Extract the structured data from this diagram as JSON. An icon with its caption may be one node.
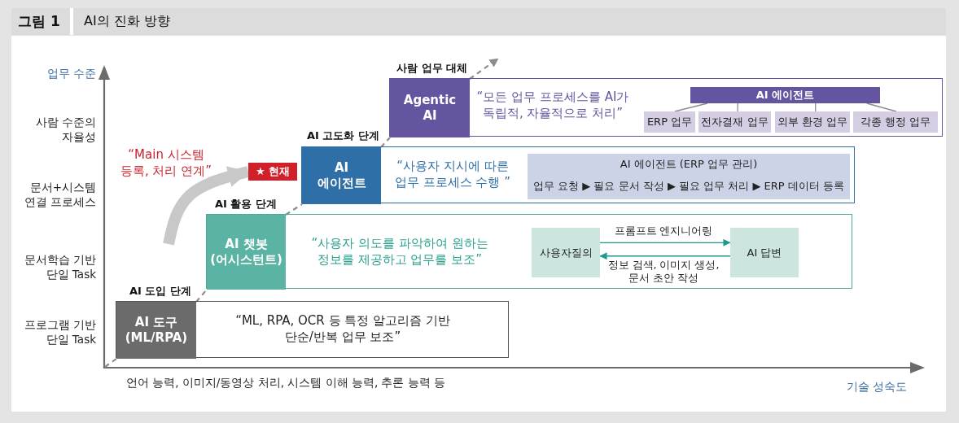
{
  "diagram": {
    "title": "AI의 진화 방향",
    "nodes": [
      {
        "text": [
          "사람 업무 대체",
          "“모든 업무 프로세스를 AI가 독립적, 자율적으로 처리”"
        ]
      },
      {
        "text": [
          "Agentic AI"
        ],
        "in": 0
      },
      {
        "text": [
          "AI 에이전트"
        ],
        "in": 0
      },
      {
        "text": [
          "ERP 업무"
        ],
        "in": 0
      },
      {
        "text": [
          "전자결재 업무"
        ],
        "in": 0
      },
      {
        "text": [
          "외부 환경 업무"
        ],
        "in": 0
      },
      {
        "text": [
          "각종 행정 업무"
        ],
        "in": 0
      },
      {
        "text": [
          "AI 고도화 단계",
          "“사용자 지시에 따른 업무 프로세스 수행 ”"
        ]
      },
      {
        "text": [
          "AI 에이전트"
        ],
        "in": 7
      },
      {
        "text": [
          "AI 에이전트 (ERP 업무 관리)",
          "업무 요청 ▶ 필요 문서 작성 ▶ 필요 업무 처리 ▶ ERP 데이터 등록"
        ],
        "in": 7
      },
      {
        "text": [
          "★ 현재"
        ]
      },
      {
        "text": [
          "AI 활용 단계",
          "“사용자 의도를 파악하여 원하는 정보를 제공하고 업무를 보조”"
        ]
      },
      {
        "text": [
          "AI 챗봇 (어시스턴트)"
        ],
        "in": 11
      },
      {
        "text": [
          "사용자질의"
        ],
        "in": 11
      },
      {
        "text": [
          "AI 답변"
        ],
        "in": 11
      },
      {
        "text": [
          "AI 도입 단계",
          "“ML, RPA, OCR 등 특정 알고리즘 기반 단순/반복 업무 보조”"
        ]
      },
      {
        "text": [
          "AI 도구 (ML/RPA)"
        ],
        "in": 15
      }
    ],
    "edges": [
      {
        "from": 2,
        "to": 3,
        "arrow": "none"
      },
      {
        "from": 2,
        "to": 4,
        "arrow": "none"
      },
      {
        "from": 2,
        "to": 5,
        "arrow": "none"
      },
      {
        "from": 2,
        "to": 6,
        "arrow": "none"
      },
      {
        "from": 13,
        "to": 14,
        "arrow": "to",
        "label": "프롬프트 엔지니어링",
        "color": "#1f9a88"
      },
      {
        "from": 14,
        "to": 13,
        "arrow": "to",
        "label": "정보 검색, 이미지 생성, 문서 초안 작성",
        "color": "#1f9a88"
      },
      {
        "from": null,
        "to": 16,
        "arrow": "none",
        "style": "dashed"
      },
      {
        "from": 16,
        "to": 12,
        "arrow": "none",
        "style": "dashed"
      },
      {
        "from": 12,
        "to": 8,
        "arrow": "none",
        "style": "dashed"
      },
      {
        "from": 8,
        "to": 1,
        "arrow": "none",
        "style": "dashed"
      },
      {
        "from": 1,
        "to": null,
        "arrow": "to",
        "style": "dashed"
      },
      {
        "from": null,
        "to": 10,
        "arrow": "to",
        "style": "thick",
        "color": "#c8c8c8",
        "label": "“Main 시스템 등록, 처리 연계”"
      }
    ],
    "labels": [
      "그림 1",
      "업무 수준",
      "사람 수준의 자율성",
      "문서+시스템 연결 프로세스",
      "문서학습 기반 단일 Task",
      "프로그램 기반 단일 Task",
      "언어 능력, 이미지/동영상 처리, 시스템 이해 능력, 추론 능력 등",
      "기술 성숙도"
    ]
  }
}
